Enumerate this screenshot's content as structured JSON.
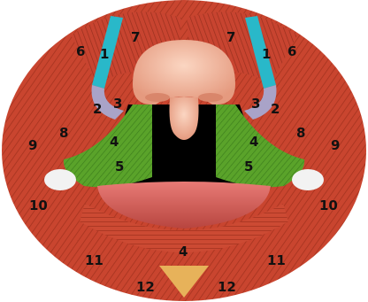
{
  "colors": {
    "muscle": "#c9452f",
    "muscle_dark": "#8f2a1c",
    "muscle_light": "#e7765d",
    "green_muscle": "#5aa32a",
    "green_dark": "#2f6e17",
    "cyan_band": "#29b8c9",
    "lavender": "#a9a3c8",
    "skin": "#f6bfa6",
    "skin_shadow": "#e59a7f",
    "lip": "#e06b68",
    "lip_dark": "#b8453f",
    "fat": "#e7b25a",
    "tendon": "#f2f2f2",
    "cavity": "#000000"
  },
  "labels": {
    "l1a": "1",
    "l1b": "1",
    "l2a": "2",
    "l2b": "2",
    "l3a": "3",
    "l3b": "3",
    "l4a": "4",
    "l4b": "4",
    "l4c": "4",
    "l5a": "5",
    "l5b": "5",
    "l6a": "6",
    "l6b": "6",
    "l7a": "7",
    "l7b": "7",
    "l8a": "8",
    "l8b": "8",
    "l9a": "9",
    "l9b": "9",
    "l10a": "10",
    "l10b": "10",
    "l11a": "11",
    "l11b": "11",
    "l12a": "12",
    "l12b": "12"
  }
}
